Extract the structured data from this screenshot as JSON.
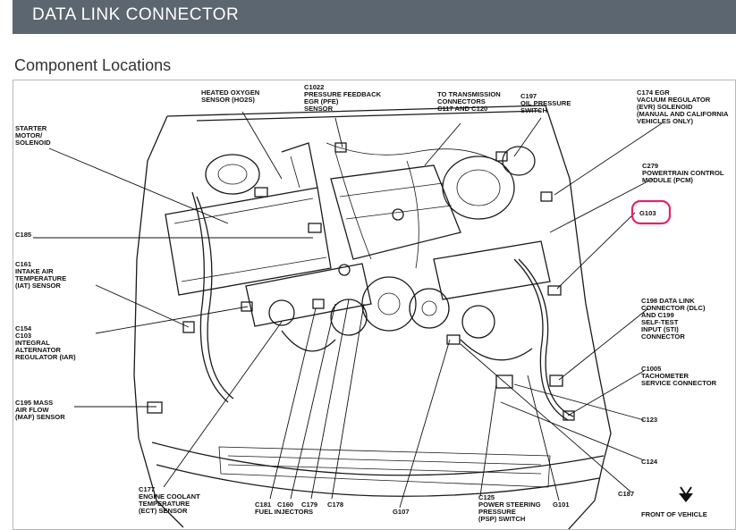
{
  "header": {
    "title": "DATA LINK CONNECTOR"
  },
  "section": {
    "title": "Component Locations"
  },
  "labels": {
    "starter": [
      "STARTER",
      "MOTOR/",
      "SOLENOID"
    ],
    "ho2s": [
      "HEATED OXYGEN",
      "SENSOR (HO2S)"
    ],
    "c1022": [
      "C1022",
      "PRESSURE FEEDBACK",
      "EGR (PFE)",
      "SENSOR"
    ],
    "transmission": [
      "TO TRANSMISSION",
      "CONNECTORS",
      "C117 AND C120"
    ],
    "c197": [
      "C197",
      "OIL PRESSURE",
      "SWITCH"
    ],
    "c174": [
      "C174 EGR",
      "VACUUM REGULATOR",
      "(EVR) SOLENOID",
      "(MANUAL AND CALIFORNIA",
      "VEHICLES ONLY)"
    ],
    "c279": [
      "C279",
      "POWERTRAIN CONTROL",
      "MODULE (PCM)"
    ],
    "g103": [
      "G103"
    ],
    "c185": [
      "C185"
    ],
    "c161": [
      "C161",
      "INTAKE AIR",
      "TEMPERATURE",
      "(IAT) SENSOR"
    ],
    "c154": [
      "C154",
      "C103",
      "INTEGRAL",
      "ALTERNATOR",
      "REGULATOR (IAR)"
    ],
    "c198": [
      "C198 DATA LINK",
      "CONNECTOR (DLC)",
      "AND C199",
      "SELF-TEST",
      "INPUT (STI)",
      "CONNECTOR"
    ],
    "c1005": [
      "C1005",
      "TACHOMETER",
      "SERVICE CONNECTOR"
    ],
    "c195": [
      "C195 MASS",
      "AIR FLOW",
      "(MAF) SENSOR"
    ],
    "c123": [
      "C123"
    ],
    "c124": [
      "C124"
    ],
    "c187": [
      "C187"
    ],
    "c177": [
      "C177",
      "ENGINE COOLANT",
      "TEMPERATURE",
      "(ECT) SENSOR"
    ],
    "c181": [
      "C181"
    ],
    "c160": [
      "C160"
    ],
    "c179": [
      "C179"
    ],
    "c178": [
      "C178"
    ],
    "fuel": [
      "FUEL INJECTORS"
    ],
    "g107": [
      "G107"
    ],
    "c125": [
      "C125",
      "POWER STEERING",
      "PRESSURE",
      "(PSP) SWITCH"
    ],
    "g101": [
      "G101"
    ],
    "front": [
      "FRONT OF VEHICLE"
    ]
  },
  "colors": {
    "header_bg": "#5c6670",
    "highlight": "#e0246e"
  }
}
